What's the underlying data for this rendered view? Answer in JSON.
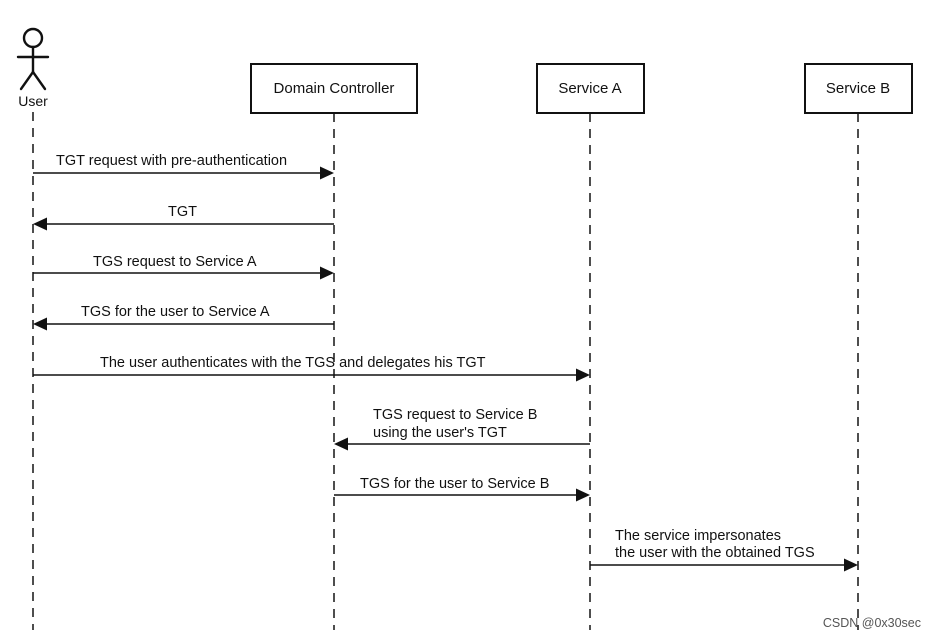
{
  "actor": {
    "label": "User",
    "icon": "stick-figure-icon"
  },
  "participants": [
    {
      "id": "dc",
      "label": "Domain Controller"
    },
    {
      "id": "sa",
      "label": "Service A"
    },
    {
      "id": "sb",
      "label": "Service B"
    }
  ],
  "messages": [
    {
      "from": "user",
      "to": "dc",
      "lines": [
        "TGT request with pre-authentication"
      ]
    },
    {
      "from": "dc",
      "to": "user",
      "lines": [
        "TGT"
      ]
    },
    {
      "from": "user",
      "to": "dc",
      "lines": [
        "TGS request to Service A"
      ]
    },
    {
      "from": "dc",
      "to": "user",
      "lines": [
        "TGS for the user to Service A"
      ]
    },
    {
      "from": "user",
      "to": "sa",
      "lines": [
        "The user authenticates with the TGS and delegates his TGT"
      ]
    },
    {
      "from": "sa",
      "to": "dc",
      "lines": [
        "TGS request to Service B",
        "using the user's TGT"
      ]
    },
    {
      "from": "dc",
      "to": "sa",
      "lines": [
        "TGS for the user to Service B"
      ]
    },
    {
      "from": "sa",
      "to": "sb",
      "lines": [
        "The service impersonates",
        "the user with the obtained TGS"
      ]
    }
  ],
  "watermark": "CSDN @0x30sec",
  "colors": {
    "line": "#111111",
    "text": "#111111",
    "background": "#ffffff"
  }
}
